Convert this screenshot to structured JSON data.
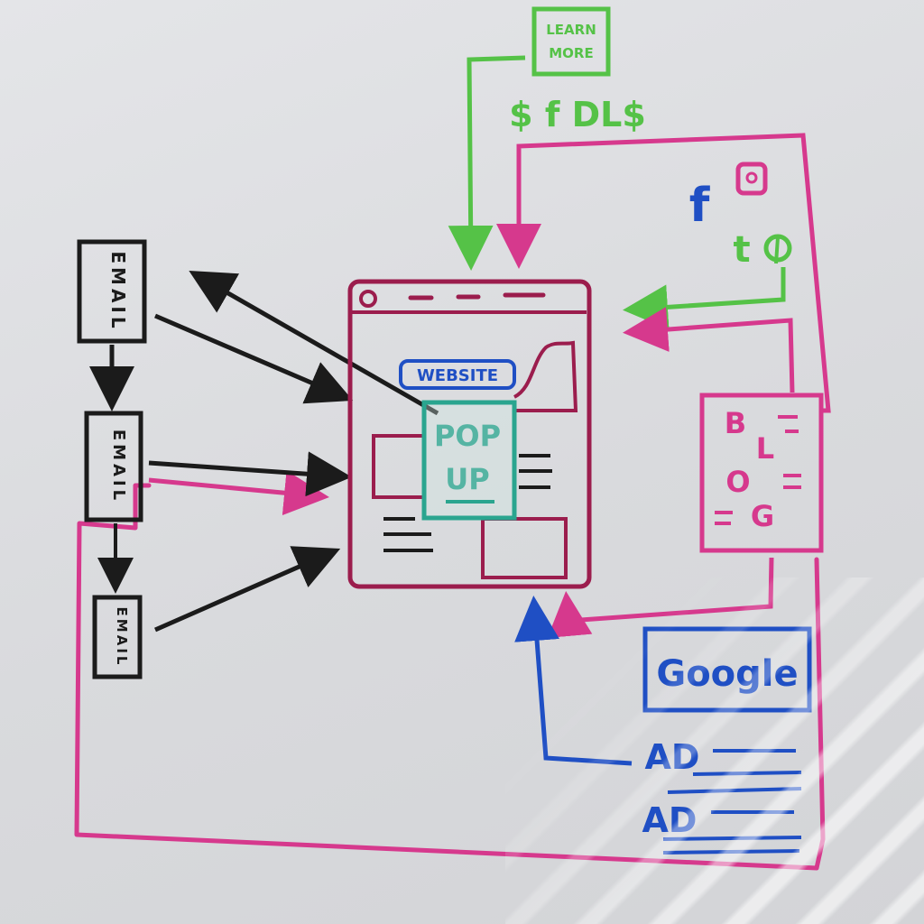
{
  "colors": {
    "black": "#1b1b1b",
    "pink": "#d6398d",
    "maroon": "#9b1d4d",
    "green": "#55c247",
    "blue": "#1f4fc4",
    "teal": "#2aa58f"
  },
  "emails": {
    "first": "EMAIL",
    "second": "EMAIL",
    "third": "EMAIL"
  },
  "website": {
    "label": "WEBSITE",
    "popup_line1": "POP",
    "popup_line2": "UP"
  },
  "learn_more": {
    "line1": "LEARN",
    "line2": "MORE",
    "price_scribble": "$ f DL$"
  },
  "social": {
    "facebook": "f",
    "twitter": "t",
    "instagram_icon": "instagram-icon",
    "pinterest_icon": "pinterest-icon"
  },
  "blog": {
    "letters": [
      "B",
      "L",
      "O",
      "G"
    ]
  },
  "google": {
    "label": "Google",
    "ad1": "AD",
    "ad2": "AD"
  }
}
